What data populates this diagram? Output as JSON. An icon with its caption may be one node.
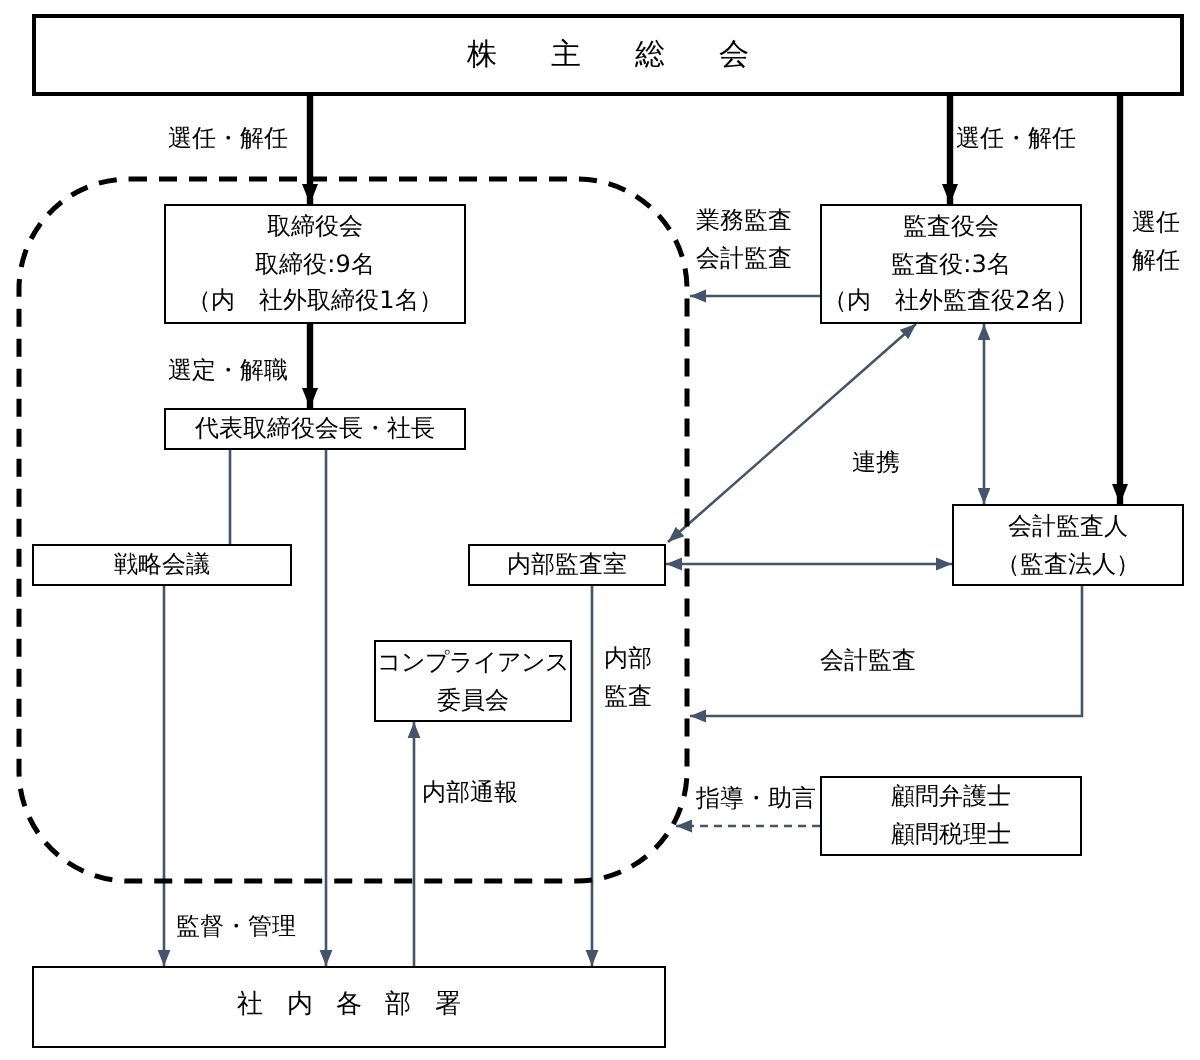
{
  "diagram": {
    "nodes": [
      {
        "text": [
          "株主総会"
        ]
      },
      {
        "text": [],
        "shape": "box"
      },
      {
        "text": [
          "取締役会",
          "取締役:9名",
          "（内　社外取締役1名）"
        ],
        "in": 1
      },
      {
        "text": [
          "代表取締役会長・社長"
        ],
        "in": 1
      },
      {
        "text": [
          "戦略会議"
        ],
        "in": 1
      },
      {
        "text": [
          "内部監査室"
        ],
        "in": 1
      },
      {
        "text": [
          "コンプライアンス委員会"
        ],
        "in": 1
      },
      {
        "text": [
          "監査役会",
          "監査役:3名",
          "（内　社外監査役2名）"
        ]
      },
      {
        "text": [
          "会計監査人",
          "（監査法人）"
        ]
      },
      {
        "text": [
          "顧問弁護士",
          "顧問税理士"
        ]
      },
      {
        "text": [
          "社内各部署"
        ]
      }
    ],
    "edges": [
      {
        "from": 0,
        "to": 2,
        "arrow": "to",
        "label": "選任・解任",
        "style": "thick",
        "color": "#000000"
      },
      {
        "from": 0,
        "to": 7,
        "arrow": "to",
        "label": "選任・解任",
        "style": "thick",
        "color": "#000000"
      },
      {
        "from": 0,
        "to": 8,
        "arrow": "to",
        "label": "選任解任",
        "style": "thick",
        "color": "#000000"
      },
      {
        "from": 2,
        "to": 3,
        "arrow": "to",
        "label": "選定・解職",
        "style": "thick",
        "color": "#000000"
      },
      {
        "from": 3,
        "to": 4,
        "arrow": "none"
      },
      {
        "from": 3,
        "to": 10,
        "arrow": "to"
      },
      {
        "from": 4,
        "to": 10,
        "arrow": "to",
        "label": "監督・管理"
      },
      {
        "from": 10,
        "to": 6,
        "arrow": "to",
        "label": "内部通報"
      },
      {
        "from": 5,
        "to": 10,
        "arrow": "to",
        "label": "内部監査"
      },
      {
        "from": 7,
        "to": 1,
        "arrow": "to",
        "label": "業務監査会計監査"
      },
      {
        "from": 7,
        "to": 5,
        "arrow": "both"
      },
      {
        "from": 7,
        "to": 8,
        "arrow": "both"
      },
      {
        "from": 5,
        "to": 8,
        "arrow": "both"
      },
      {
        "from": 8,
        "to": 1,
        "arrow": "to",
        "label": "会計監査"
      },
      {
        "from": 9,
        "to": 1,
        "arrow": "to",
        "label": "指導・助言",
        "style": "dashed"
      }
    ],
    "labels": [
      "連携"
    ]
  }
}
